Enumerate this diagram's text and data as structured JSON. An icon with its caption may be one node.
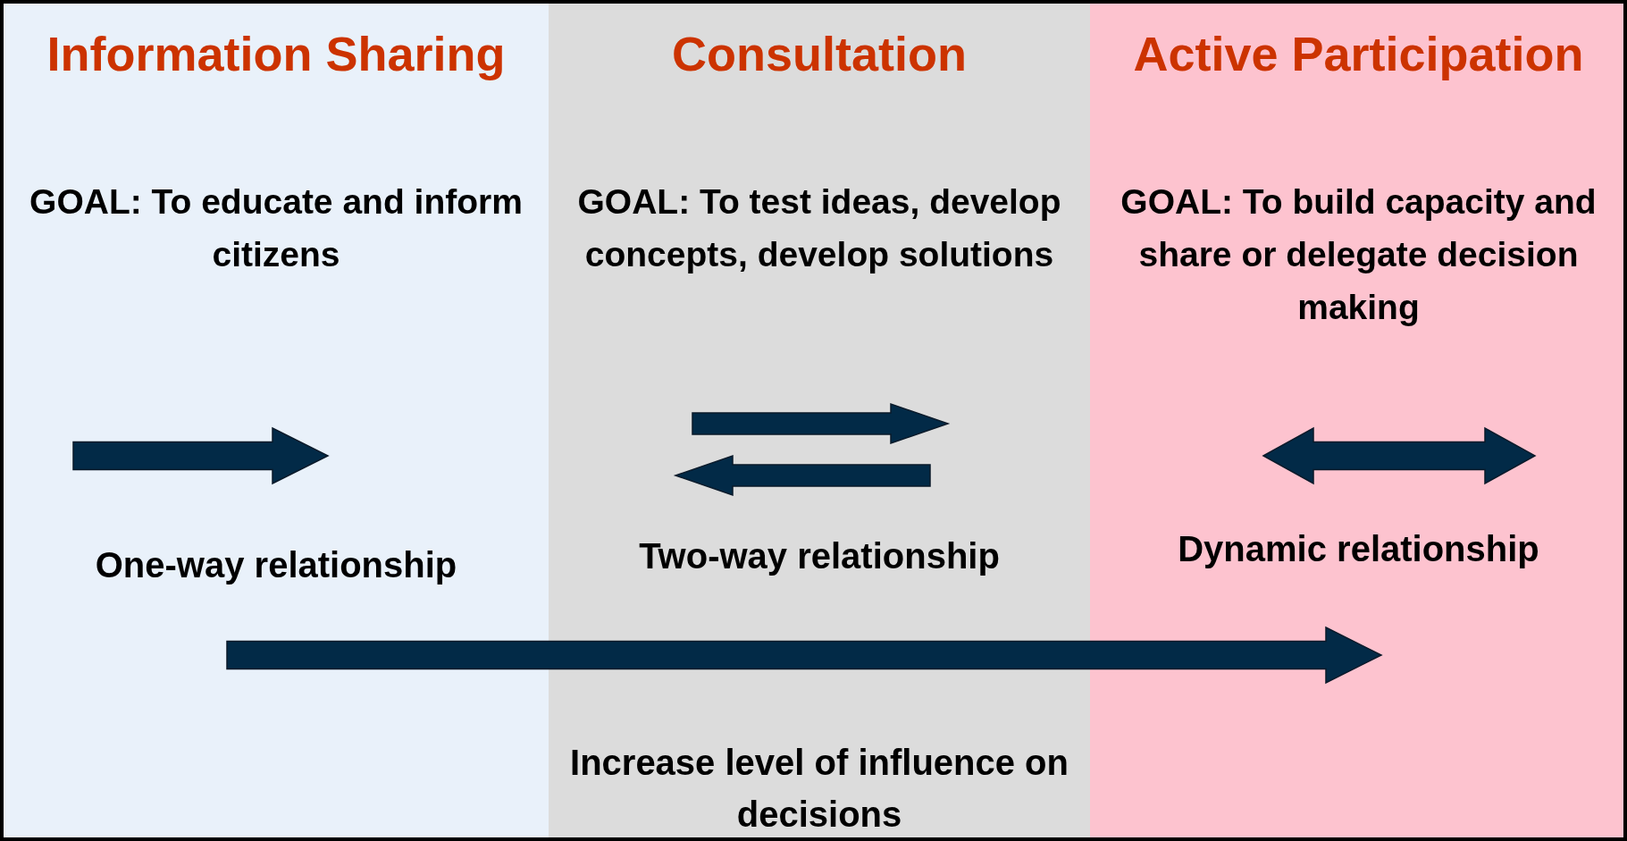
{
  "diagram": {
    "nodes": [
      {
        "text": [
          "Information Sharing",
          "GOAL: To educate and inform citizens",
          "One-way relationship"
        ]
      },
      {
        "text": [
          "Consultation",
          "GOAL: To test ideas, develop concepts, develop solutions",
          "Two-way relationship"
        ]
      },
      {
        "text": [
          "Active Participation",
          "GOAL: To build capacity and share or delegate decision making",
          "Dynamic relationship"
        ]
      }
    ],
    "labels": [
      "Increase level of influence on decisions"
    ]
  }
}
